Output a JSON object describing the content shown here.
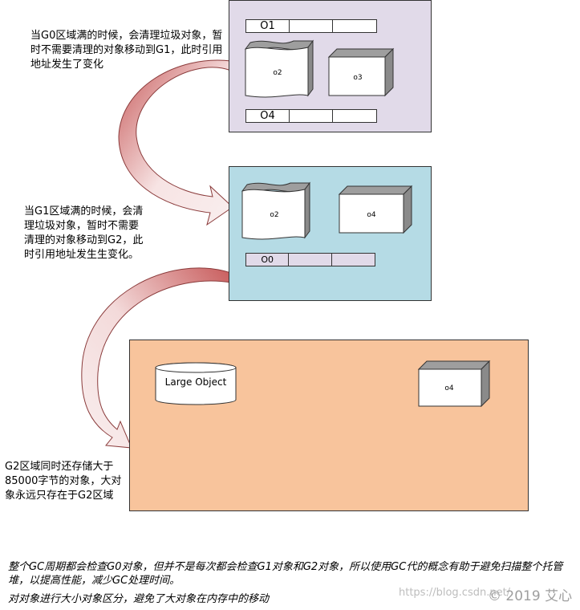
{
  "labels": {
    "g0_note": "当G0区域满的时候，会清理垃圾对象，暂时不需要清理的对象移动到G1，此时引用地址发生了变化",
    "g1_note": "当G1区域满的时候，会清理垃圾对象，暂时不需要清理的对象移动到G2，此时引用地址发生生变化。",
    "g2_note": "G2区域同时还存储大于85000字节的对象，大对象永远只存在于G2区域"
  },
  "g0": {
    "row1": "O1",
    "obj_a": "o2",
    "obj_b": "o3",
    "row2": "O4"
  },
  "g1": {
    "obj_a": "o2",
    "obj_b": "o4",
    "row1": "O0"
  },
  "g2": {
    "large": "Large Object",
    "obj": "o4"
  },
  "footer": {
    "line1": "整个GC周期都会检查G0对象，但并不是每次都会检查G1对象和G2对象，所以使用GC代的概念有助于避免扫描整个托管堆，以提高性能，减少GC处理时间。",
    "line2": "对对象进行大小对象区分，避免了大对象在内存中的移动"
  },
  "watermark": {
    "url": "https://blog.csdn.net/",
    "copyright": "© 2019 艾心"
  },
  "colors": {
    "g0_bg": "#e1dae9",
    "g1_bg": "#b5dbe5",
    "g2_bg": "#f8c49c",
    "arrow_light": "#f7e4e4",
    "arrow_dark": "#c85c5c"
  }
}
